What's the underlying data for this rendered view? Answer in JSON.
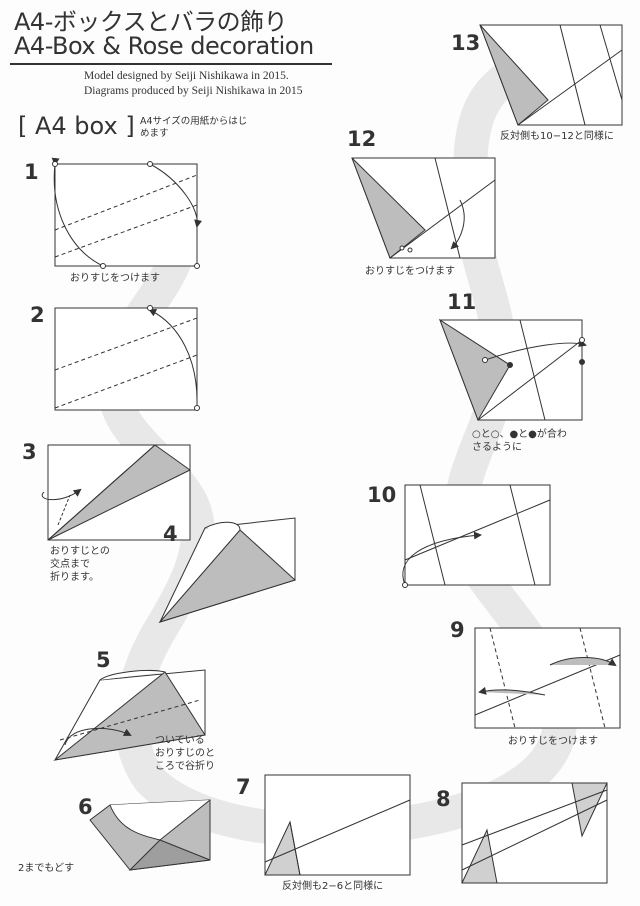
{
  "header": {
    "title_jp": "A4-ボックスとバラの飾り",
    "title_en": "A4-Box & Rose decoration",
    "credit_line1": "Model designed by Seiji Nishikawa in 2015.",
    "credit_line2": "Diagrams produced by Seiji Nishikawa in 2015"
  },
  "section": {
    "label": "[ A4 box ]",
    "note": "A4サイズの用紙からはじめます"
  },
  "steps": {
    "s1": {
      "num": "1",
      "caption": "おりすじをつけます"
    },
    "s2": {
      "num": "2"
    },
    "s3": {
      "num": "3",
      "caption_l1": "おりすじとの",
      "caption_l2": "交点まで",
      "caption_l3": "折ります。"
    },
    "s4": {
      "num": "4"
    },
    "s5": {
      "num": "5",
      "caption_l1": "ついている",
      "caption_l2": "おりすじのと",
      "caption_l3": "ころで谷折り"
    },
    "s6": {
      "num": "6",
      "caption": "2までもどす"
    },
    "s7": {
      "num": "7",
      "caption": "反対側も2−6と同様に"
    },
    "s8": {
      "num": "8"
    },
    "s9": {
      "num": "9",
      "caption": "おりすじをつけます"
    },
    "s10": {
      "num": "10"
    },
    "s11": {
      "num": "11",
      "caption_l1": "○と○、●と●が合わ",
      "caption_l2": "さるように"
    },
    "s12": {
      "num": "12",
      "caption": "おりすじをつけます"
    },
    "s13": {
      "num": "13",
      "caption": "反対側も10−12と同様に"
    }
  },
  "colors": {
    "ink": "#333333",
    "shade": "#b8b8b8",
    "path": "#e6e6e6"
  }
}
